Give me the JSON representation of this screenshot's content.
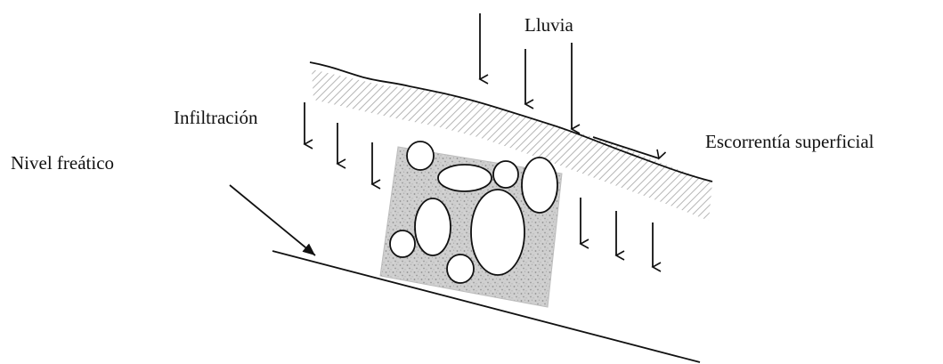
{
  "labels": {
    "rain": "Lluvia",
    "infiltration": "Infiltración",
    "water_table": "Nivel freático",
    "runoff": "Escorrentía superficial"
  },
  "colors": {
    "ink": "#111111",
    "soil_hatch": "#bdbdbd",
    "rock_matrix": "#c9c9c9",
    "background": "#ffffff"
  }
}
